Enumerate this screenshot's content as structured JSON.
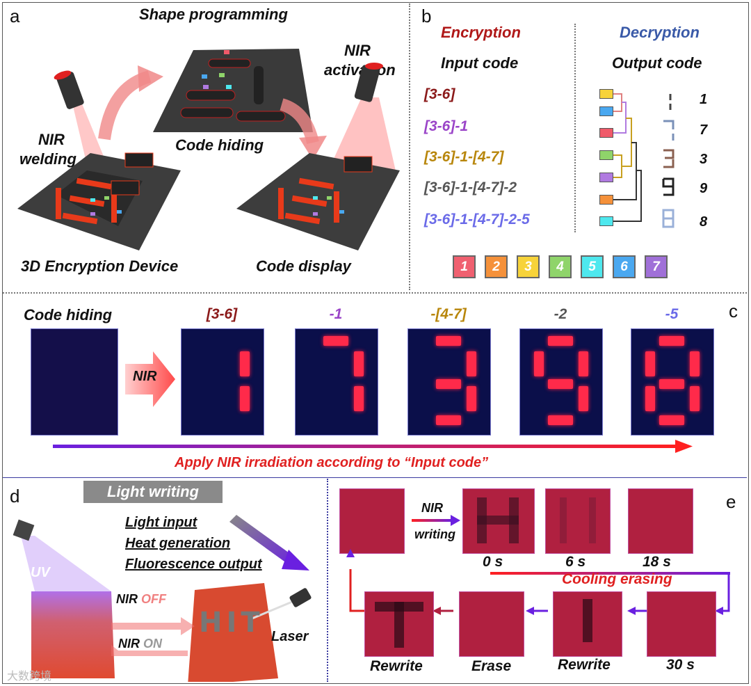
{
  "panel_labels": {
    "a": "a",
    "b": "b",
    "c": "c",
    "d": "d",
    "e": "e"
  },
  "panel_a": {
    "shape_programming": "Shape programming",
    "nir_activation_1": "NIR",
    "nir_activation_2": "activation",
    "nir_welding_1": "NIR",
    "nir_welding_2": "welding",
    "code_hiding": "Code hiding",
    "device": "3D Encryption Device",
    "code_display": "Code display"
  },
  "panel_b": {
    "encryption": "Encryption",
    "decryption": "Decryption",
    "input_code": "Input code",
    "output_code": "Output code",
    "codes": [
      {
        "text": "[3-6]",
        "color": "#8b1a1a"
      },
      {
        "text": "[3-6]-1",
        "color": "#9a44c8"
      },
      {
        "text": "[3-6]-1-[4-7]",
        "color": "#b8860b"
      },
      {
        "text": "[3-6]-1-[4-7]-2",
        "color": "#555555"
      },
      {
        "text": "[3-6]-1-[4-7]-2-5",
        "color": "#6a6ae8"
      }
    ],
    "outputs": [
      "1",
      "7",
      "3",
      "9",
      "8"
    ],
    "chip_colors": [
      "#f7d33a",
      "#4aa8f0",
      "#f05a6a",
      "#8fd46a",
      "#b07ae0",
      "#f5913a",
      "#4ee8ee"
    ],
    "swatches": [
      {
        "label": "1",
        "color": "#f06070"
      },
      {
        "label": "2",
        "color": "#f5913a"
      },
      {
        "label": "3",
        "color": "#f7d33a"
      },
      {
        "label": "4",
        "color": "#8fd46a"
      },
      {
        "label": "5",
        "color": "#4ee8ee"
      },
      {
        "label": "6",
        "color": "#4aa8f0"
      },
      {
        "label": "7",
        "color": "#a070d8"
      }
    ]
  },
  "panel_c": {
    "code_hiding": "Code hiding",
    "nir": "NIR",
    "steps": [
      {
        "text": "[3-6]",
        "color": "#8b1a1a"
      },
      {
        "text": "-1",
        "color": "#9a44c8"
      },
      {
        "text": "-[4-7]",
        "color": "#b8860b"
      },
      {
        "text": "-2",
        "color": "#555555"
      },
      {
        "text": "-5",
        "color": "#6a6ae8"
      }
    ],
    "caption": "Apply NIR irradiation according to “Input code”"
  },
  "panel_d": {
    "light_writing": "Light writing",
    "light_input": "Light input",
    "heat_generation": "Heat generation",
    "fluorescence_output": "Fluorescence output",
    "uv": "UV",
    "nir_off_1": "NIR ",
    "nir_off_2": "OFF",
    "nir_on_1": "NIR ",
    "nir_on_2": "ON",
    "hit": "HIT",
    "laser": "Laser"
  },
  "panel_e": {
    "nir_writing_1": "NIR",
    "nir_writing_2": "writing",
    "t0": "0 s",
    "t6": "6 s",
    "t18": "18 s",
    "cooling_erasing": "Cooling erasing",
    "rewrite1": "Rewrite",
    "erase": "Erase",
    "rewrite2": "Rewrite",
    "t30": "30 s"
  },
  "watermark": "大数跨境"
}
